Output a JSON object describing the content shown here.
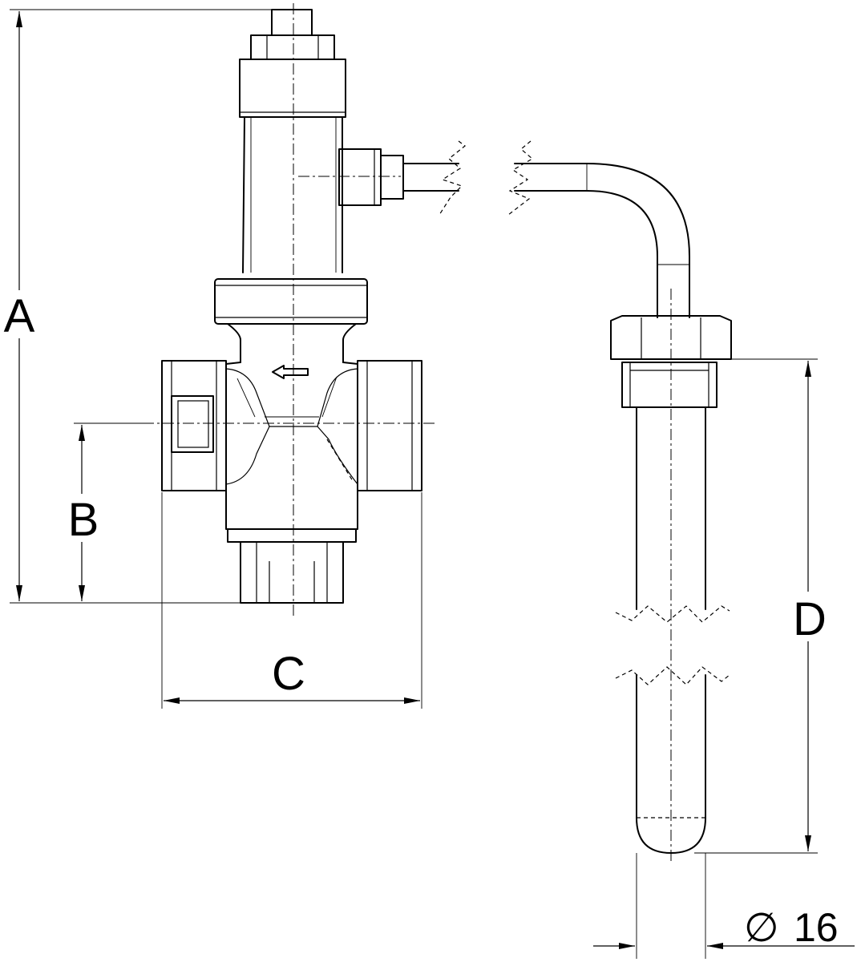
{
  "dimensions": {
    "a_label": "A",
    "b_label": "B",
    "c_label": "C",
    "d_label": "D",
    "diameter_symbol": "∅",
    "diameter_value": "16"
  }
}
